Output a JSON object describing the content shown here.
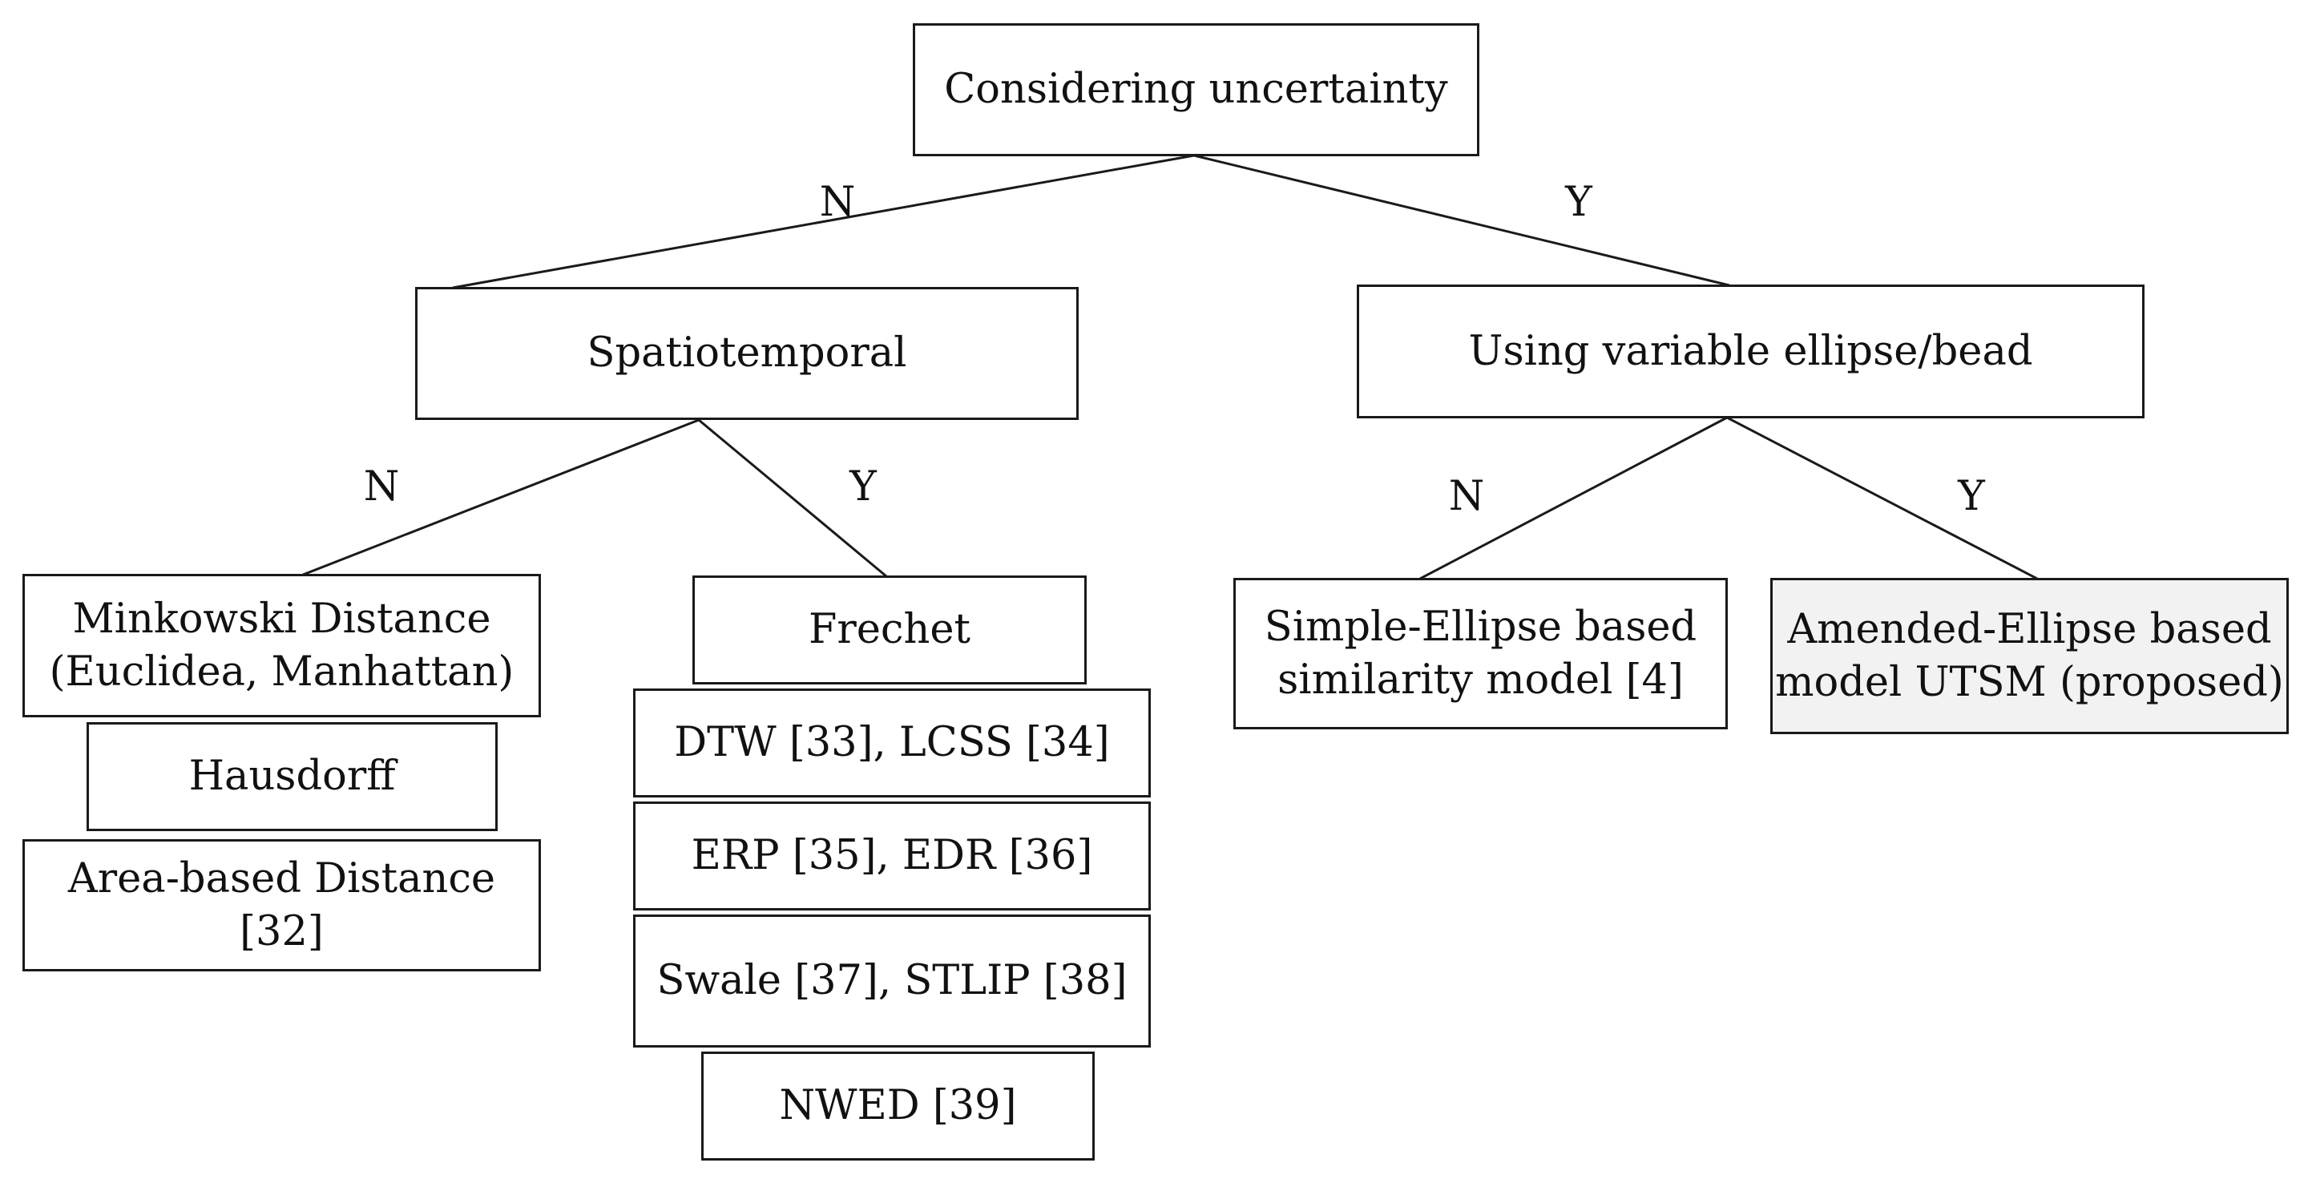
{
  "nodes": {
    "root": "Considering uncertainty",
    "spatiotemporal": "Spatiotemporal",
    "variable_ellipse": "Using variable ellipse/bead",
    "minkowski": "Minkowski Distance\n(Euclidea, Manhattan)",
    "hausdorff": "Hausdorff",
    "area_based": "Area-based Distance [32]",
    "frechet": "Frechet",
    "dtw_lcss": "DTW [33], LCSS [34]",
    "erp_edr": "ERP [35], EDR [36]",
    "swale_stlip": "Swale [37], STLIP [38]",
    "nwed": "NWED [39]",
    "simple_ellipse": "Simple-Ellipse based\nsimilarity model [4]",
    "amended_ellipse": "Amended-Ellipse based\nmodel UTSM (proposed)"
  },
  "edges": {
    "root_no": "N",
    "root_yes": "Y",
    "spatiotemporal_no": "N",
    "spatiotemporal_yes": "Y",
    "ellipse_no": "N",
    "ellipse_yes": "Y"
  },
  "colors": {
    "line": "#1a1a1a",
    "highlight_fill": "#f2f2f2"
  }
}
